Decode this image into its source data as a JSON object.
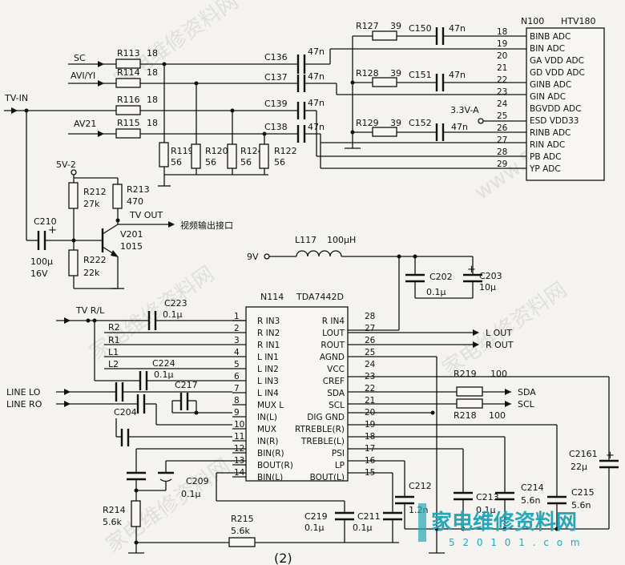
{
  "chips": {
    "n100": {
      "ref": "N100",
      "part": "HTV180",
      "pins": [
        {
          "num": "18",
          "name": "BINB ADC"
        },
        {
          "num": "19",
          "name": "BIN ADC"
        },
        {
          "num": "20",
          "name": "GA VDD ADC"
        },
        {
          "num": "21",
          "name": "GD VDD ADC"
        },
        {
          "num": "22",
          "name": "GINB ADC"
        },
        {
          "num": "23",
          "name": "GIN ADC"
        },
        {
          "num": "24",
          "name": "BGVDD ADC"
        },
        {
          "num": "25",
          "name": "ESD VDD33"
        },
        {
          "num": "26",
          "name": "RINB ADC"
        },
        {
          "num": "27",
          "name": "RIN ADC"
        },
        {
          "num": "28",
          "name": "PB ADC"
        },
        {
          "num": "29",
          "name": "YP ADC"
        }
      ]
    },
    "n114": {
      "ref": "N114",
      "part": "TDA7442D",
      "left_pins": [
        {
          "num": "1",
          "name": "R IN3"
        },
        {
          "num": "2",
          "name": "R IN2"
        },
        {
          "num": "3",
          "name": "R IN1"
        },
        {
          "num": "4",
          "name": "L IN1"
        },
        {
          "num": "5",
          "name": "L IN2"
        },
        {
          "num": "6",
          "name": "L IN3"
        },
        {
          "num": "7",
          "name": "L IN4"
        },
        {
          "num": "8",
          "name": "MUX L"
        },
        {
          "num": "9",
          "name": "IN(L)"
        },
        {
          "num": "10",
          "name": "MUX"
        },
        {
          "num": "11",
          "name": "IN(R)"
        },
        {
          "num": "12",
          "name": "BIN(R)"
        },
        {
          "num": "13",
          "name": "BOUT(R)"
        },
        {
          "num": "14",
          "name": "BIN(L)"
        }
      ],
      "right_pins": [
        {
          "num": "28",
          "name": "R IN4"
        },
        {
          "num": "27",
          "name": "LOUT"
        },
        {
          "num": "26",
          "name": "ROUT"
        },
        {
          "num": "25",
          "name": "AGND"
        },
        {
          "num": "24",
          "name": "VCC"
        },
        {
          "num": "23",
          "name": "CREF"
        },
        {
          "num": "22",
          "name": "SDA"
        },
        {
          "num": "21",
          "name": "SCL"
        },
        {
          "num": "20",
          "name": "DIG GND"
        },
        {
          "num": "19",
          "name": "RTREBLE(R)"
        },
        {
          "num": "18",
          "name": "TREBLE(L)"
        },
        {
          "num": "17",
          "name": "PSI"
        },
        {
          "num": "16",
          "name": "LP"
        },
        {
          "num": "15",
          "name": "BOUT(L)"
        }
      ]
    }
  },
  "signals": {
    "sc": "SC",
    "avi_yi": "AVI/YI",
    "tv_in": "TV-IN",
    "av21": "AV21",
    "v5": "5V-2",
    "tv_out": "TV OUT",
    "tv_out_cn": "视频输出接口",
    "v9": "9V",
    "v33": "3.3V-A",
    "tv_rl": "TV R/L",
    "r2": "R2",
    "r1": "R1",
    "l1": "L1",
    "l2": "L2",
    "line_lo": "LINE LO",
    "line_ro": "LINE RO",
    "l_out": "L OUT",
    "r_out": "R OUT",
    "sda": "SDA",
    "scl": "SCL"
  },
  "components": {
    "r113": {
      "ref": "R113",
      "val": "18"
    },
    "r114": {
      "ref": "R114",
      "val": "18"
    },
    "r116": {
      "ref": "R116",
      "val": "18"
    },
    "r115": {
      "ref": "R115",
      "val": "18"
    },
    "r119": {
      "ref": "R119",
      "val": "56"
    },
    "r120": {
      "ref": "R120",
      "val": "56"
    },
    "r124": {
      "ref": "R124",
      "val": "56"
    },
    "r122": {
      "ref": "R122",
      "val": "56"
    },
    "c136": {
      "ref": "C136",
      "val": "47n"
    },
    "c137": {
      "ref": "C137",
      "val": "47n"
    },
    "c139": {
      "ref": "C139",
      "val": "47n"
    },
    "c138": {
      "ref": "C138",
      "val": "47n"
    },
    "r127": {
      "ref": "R127",
      "val": "39"
    },
    "r128": {
      "ref": "R128",
      "val": "39"
    },
    "r129": {
      "ref": "R129",
      "val": "39"
    },
    "c150": {
      "ref": "C150",
      "val": "47n"
    },
    "c151": {
      "ref": "C151",
      "val": "47n"
    },
    "c152": {
      "ref": "C152",
      "val": "47n"
    },
    "r212": {
      "ref": "R212",
      "val": "27k"
    },
    "r213": {
      "ref": "R213",
      "val": "470"
    },
    "r222": {
      "ref": "R222",
      "val": "22k"
    },
    "c210": {
      "ref": "C210",
      "val": "100μ",
      "v": "16V"
    },
    "v201": {
      "ref": "V201",
      "val": "1015"
    },
    "l117": {
      "ref": "L117",
      "val": "100μH"
    },
    "c202": {
      "ref": "C202",
      "val": "0.1μ"
    },
    "c203": {
      "ref": "C203",
      "val": "10μ"
    },
    "c223": {
      "ref": "C223",
      "val": "0.1μ"
    },
    "c224": {
      "ref": "C224",
      "val": "0.1μ"
    },
    "c217": {
      "ref": "C217"
    },
    "c204": {
      "ref": "C204"
    },
    "c209": {
      "ref": "C209",
      "val": "0.1μ"
    },
    "r214": {
      "ref": "R214",
      "val": "5.6k"
    },
    "r215": {
      "ref": "R215",
      "val": "5.6k"
    },
    "c219": {
      "ref": "C219",
      "val": "0.1μ"
    },
    "c211": {
      "ref": "C211",
      "val": "0.1μ"
    },
    "c212": {
      "ref": "C212",
      "val": "1.2n"
    },
    "c213": {
      "ref": "C213",
      "val": "0.1μ"
    },
    "c214": {
      "ref": "C214",
      "val": "5.6n"
    },
    "c215": {
      "ref": "C215",
      "val": "5.6n"
    },
    "c2161": {
      "ref": "C2161",
      "val": "22μ"
    },
    "r219": {
      "ref": "R219",
      "val": "100"
    },
    "r218": {
      "ref": "R218",
      "val": "100"
    }
  },
  "figure_label": "(2)",
  "watermarks": [
    "家电维修资料网",
    "www.52010"
  ],
  "logo": {
    "text": "家电维修资料网",
    "url": "5 2 0 1 0 1 . c o m"
  }
}
